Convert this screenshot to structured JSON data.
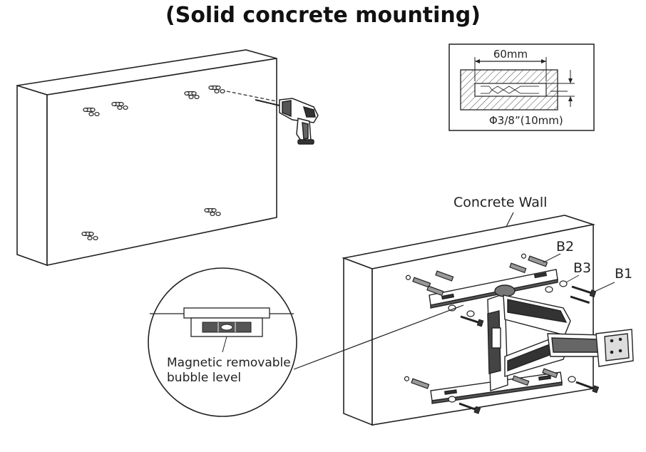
{
  "title": "(Solid concrete mounting)",
  "detail": {
    "depth_label": "60mm",
    "diameter_label": "Φ3/8”(10mm)"
  },
  "labels": {
    "concrete_wall": "Concrete Wall",
    "b1": "B1",
    "b2": "B2",
    "b3": "B3",
    "bubble_level_line1": "Magnetic removable",
    "bubble_level_line2": "bubble level"
  },
  "colors": {
    "line": "#222222",
    "wall_face": "#ffffff",
    "dark": "#3a3a3a",
    "mid": "#8a8a8a"
  }
}
